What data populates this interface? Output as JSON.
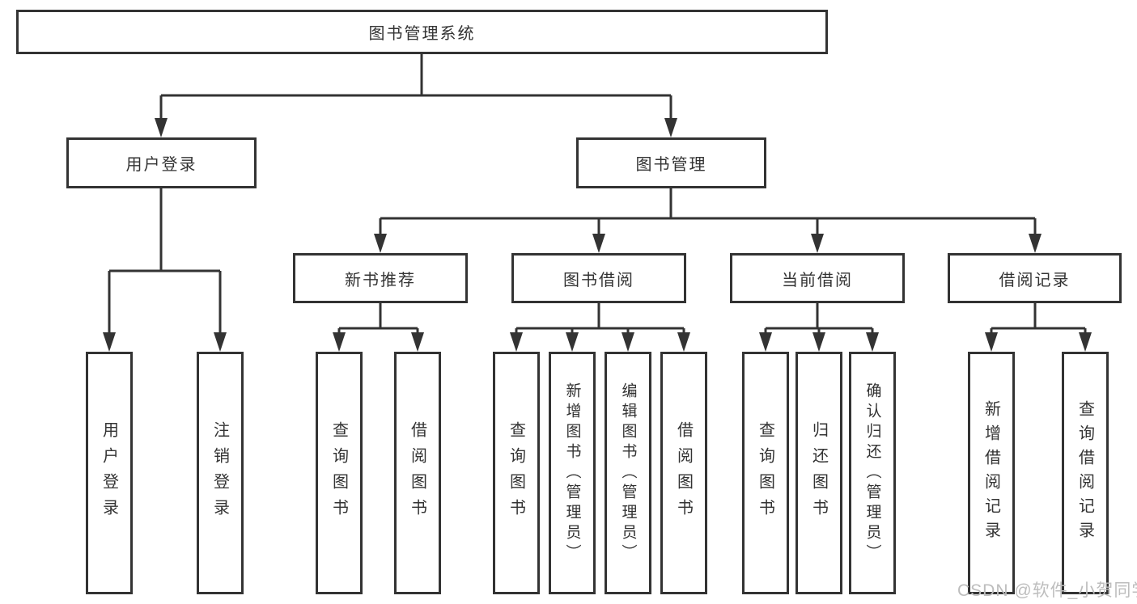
{
  "colors": {
    "line": "#333333",
    "text": "#333333",
    "box_bg": "#ffffff",
    "watermark": "#bdbdbd"
  },
  "nodes": {
    "root": {
      "label": "图书管理系统"
    },
    "user_login": {
      "label": "用户登录"
    },
    "book_mgmt": {
      "label": "图书管理"
    },
    "new_book_rec": {
      "label": "新书推荐"
    },
    "book_borrow": {
      "label": "图书借阅"
    },
    "current_borrow": {
      "label": "当前借阅"
    },
    "borrow_record": {
      "label": "借阅记录"
    },
    "leaf_user_login": {
      "label": "用户登录"
    },
    "leaf_logout": {
      "label": "注销登录"
    },
    "leaf_query_book_rec": {
      "label": "查询图书"
    },
    "leaf_borrow_book_rec": {
      "label": "借阅图书"
    },
    "leaf_query_book_borrow": {
      "label": "查询图书"
    },
    "leaf_add_book_admin": {
      "label": "新增图书（管理员）"
    },
    "leaf_edit_book_admin": {
      "label": "编辑图书（管理员）"
    },
    "leaf_borrow_book_borrow": {
      "label": "借阅图书"
    },
    "leaf_query_book_current": {
      "label": "查询图书"
    },
    "leaf_return_book": {
      "label": "归还图书"
    },
    "leaf_confirm_return_admin": {
      "label": "确认归还（管理员）"
    },
    "leaf_add_borrow_record": {
      "label": "新增借阅记录"
    },
    "leaf_query_borrow_record": {
      "label": "查询借阅记录"
    }
  },
  "edges": [
    {
      "parent": "root",
      "children": [
        "user_login",
        "book_mgmt"
      ]
    },
    {
      "parent": "user_login",
      "children": [
        "leaf_user_login",
        "leaf_logout"
      ]
    },
    {
      "parent": "book_mgmt",
      "children": [
        "new_book_rec",
        "book_borrow",
        "current_borrow",
        "borrow_record"
      ]
    },
    {
      "parent": "new_book_rec",
      "children": [
        "leaf_query_book_rec",
        "leaf_borrow_book_rec"
      ]
    },
    {
      "parent": "book_borrow",
      "children": [
        "leaf_query_book_borrow",
        "leaf_add_book_admin",
        "leaf_edit_book_admin",
        "leaf_borrow_book_borrow"
      ]
    },
    {
      "parent": "current_borrow",
      "children": [
        "leaf_query_book_current",
        "leaf_return_book",
        "leaf_confirm_return_admin"
      ]
    },
    {
      "parent": "borrow_record",
      "children": [
        "leaf_add_borrow_record",
        "leaf_query_borrow_record"
      ]
    }
  ],
  "watermark": {
    "text": "CSDN @软件_小贺同学"
  }
}
